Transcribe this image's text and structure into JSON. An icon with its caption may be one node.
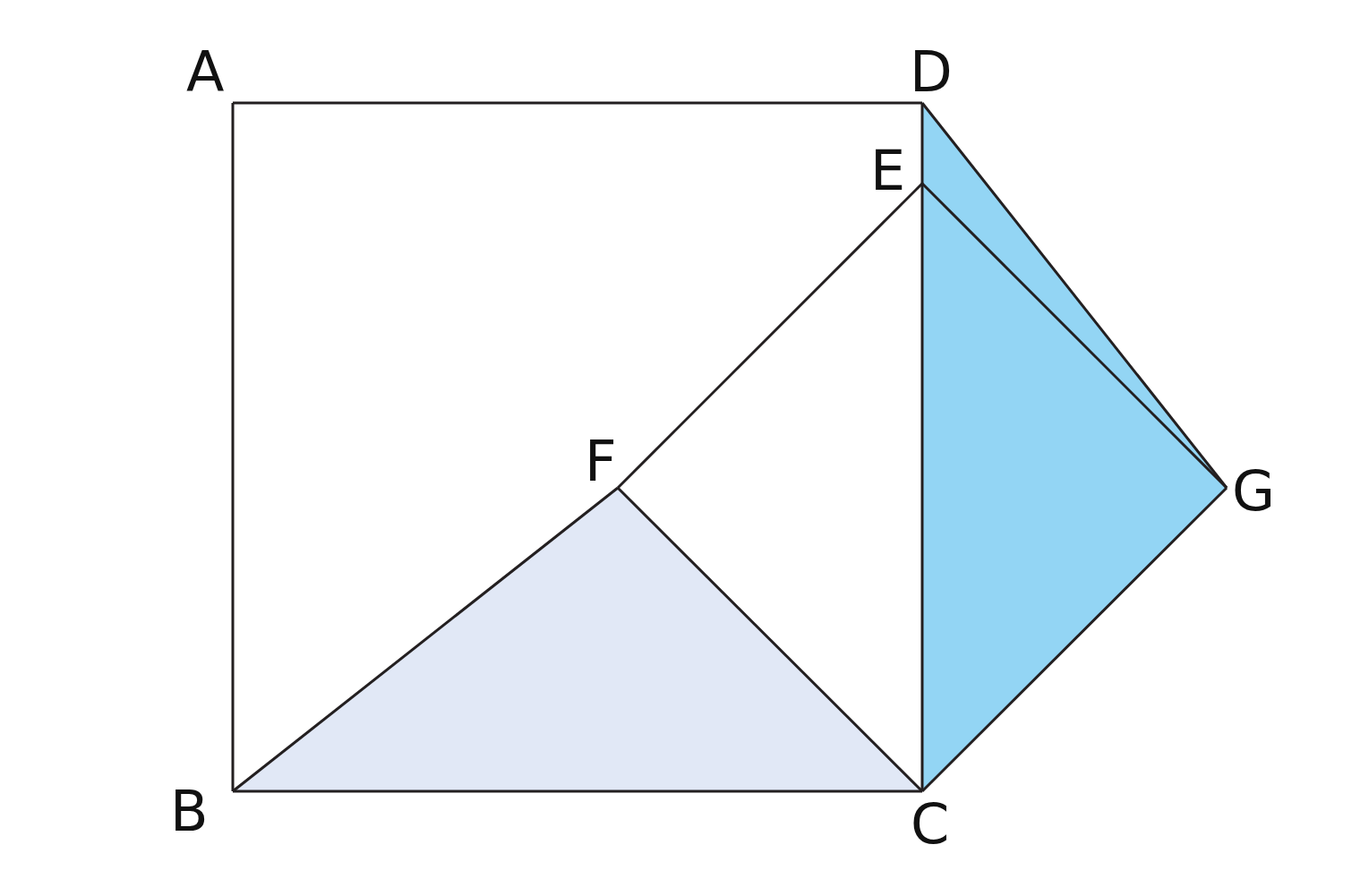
{
  "diagram": {
    "nodes": [
      {
        "text": [
          "A"
        ]
      },
      {
        "text": [
          "D"
        ]
      },
      {
        "text": [
          "E"
        ]
      },
      {
        "text": [
          "F"
        ]
      },
      {
        "text": [
          "G"
        ]
      },
      {
        "text": [
          "B"
        ]
      },
      {
        "text": [
          "C"
        ]
      }
    ],
    "edges": [
      {
        "from": 0,
        "to": 1,
        "arrow": "none"
      },
      {
        "from": 0,
        "to": 5,
        "arrow": "none"
      },
      {
        "from": 5,
        "to": 6,
        "arrow": "none"
      },
      {
        "from": 1,
        "to": 2,
        "arrow": "none"
      },
      {
        "from": 2,
        "to": 6,
        "arrow": "none"
      },
      {
        "from": 5,
        "to": 3,
        "arrow": "none"
      },
      {
        "from": 3,
        "to": 6,
        "arrow": "none"
      },
      {
        "from": 3,
        "to": 2,
        "arrow": "none"
      },
      {
        "from": 1,
        "to": 4,
        "arrow": "none"
      },
      {
        "from": 2,
        "to": 4,
        "arrow": "none"
      },
      {
        "from": 6,
        "to": 4,
        "arrow": "none"
      }
    ]
  }
}
